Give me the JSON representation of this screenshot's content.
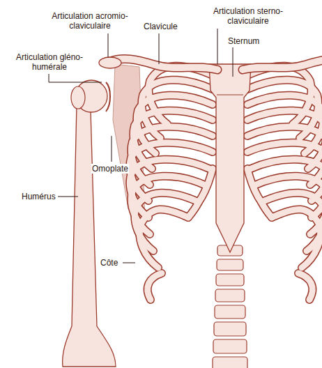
{
  "diagram": {
    "labels": [
      "Articulation acromio-claviculaire",
      "Clavicule",
      "Articulation sterno-claviculaire",
      "Sternum",
      "Articulation gléno-humérale",
      "Omoplate",
      "Humérus",
      "Côte"
    ]
  }
}
